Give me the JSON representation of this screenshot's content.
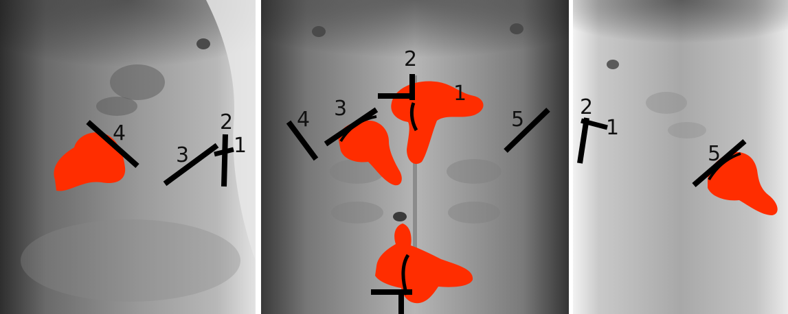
{
  "colors": {
    "transducer_footprint": "#ff2d00",
    "marker_line": "#000000",
    "label_text": "#111111",
    "skin_dark": "#3c3c3c",
    "skin_light": "#cfcfcf"
  },
  "panels": {
    "left_side": {
      "labels": [
        "4",
        "3",
        "2",
        "1"
      ]
    },
    "front": {
      "labels": [
        "2",
        "1",
        "4",
        "3",
        "5"
      ]
    },
    "right_side": {
      "labels": [
        "2",
        "1",
        "5"
      ]
    }
  }
}
